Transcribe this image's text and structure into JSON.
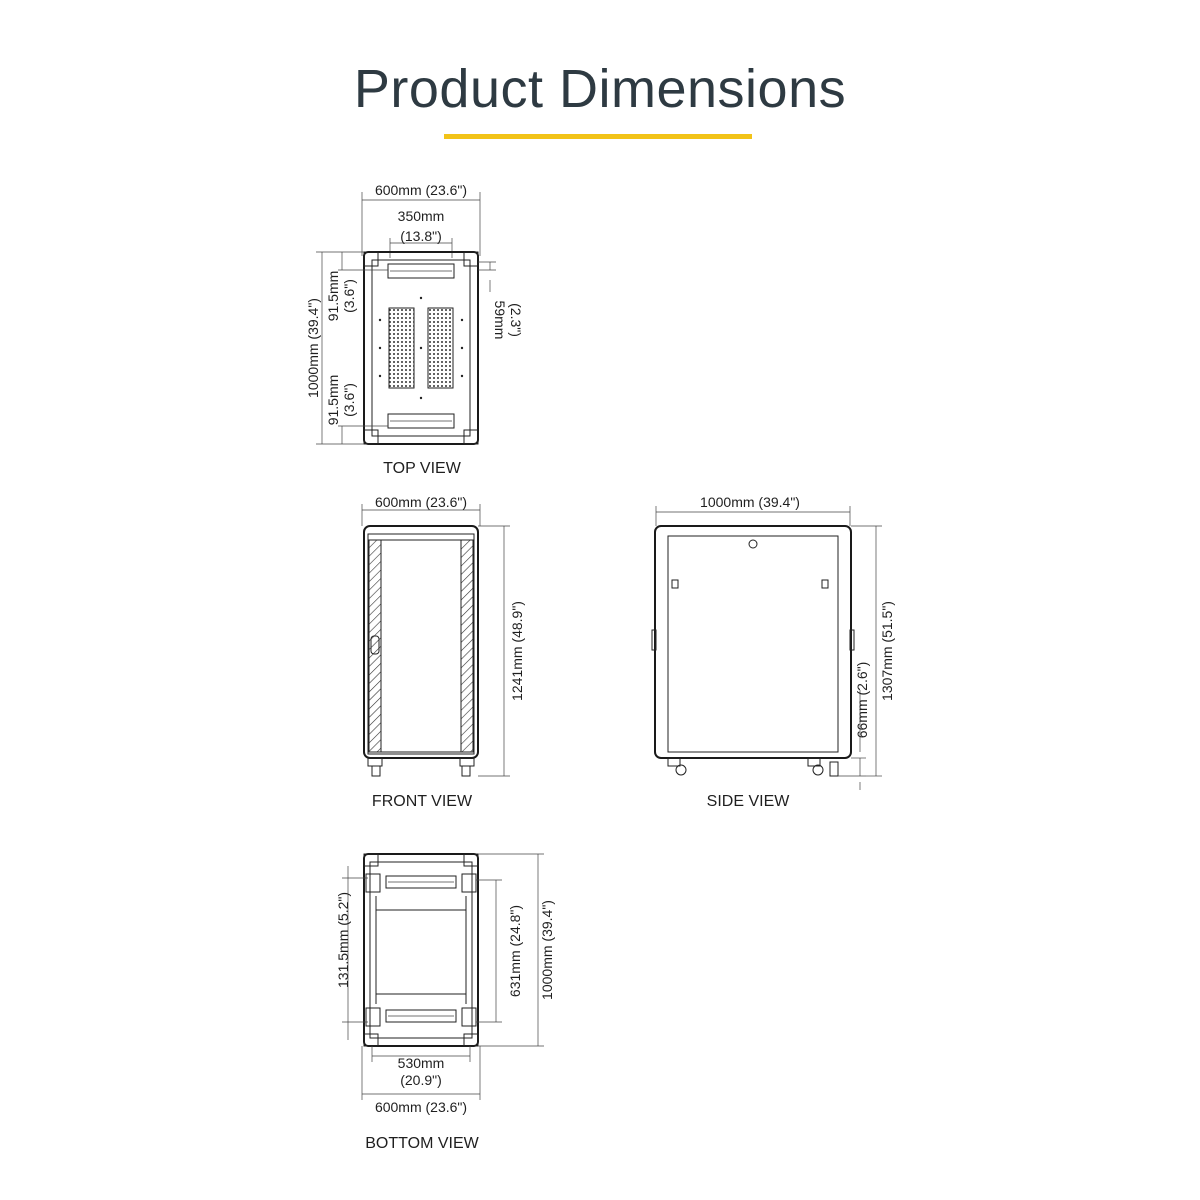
{
  "title": "Product Dimensions",
  "colors": {
    "accent": "#f2c318",
    "title": "#2e3a42",
    "line": "#222222"
  },
  "top_view": {
    "label": "TOP VIEW",
    "width": "600mm (23.6\")",
    "inner_width_mm": "350mm",
    "inner_width_in": "(13.8\")",
    "depth": "1000mm (39.4\")",
    "offset_top_mm": "91.5mm",
    "offset_top_in": "(3.6\")",
    "offset_bottom_mm": "91.5mm",
    "offset_bottom_in": "(3.6\")",
    "side_mm": "59mm",
    "side_in": "(2.3\")"
  },
  "front_view": {
    "label": "FRONT VIEW",
    "width": "600mm (23.6\")",
    "height": "1241mm (48.9\")"
  },
  "side_view": {
    "label": "SIDE VIEW",
    "depth": "1000mm (39.4\")",
    "caster": "66mm (2.6\")",
    "height": "1307mm (51.5\")"
  },
  "bottom_view": {
    "label": "BOTTOM VIEW",
    "offset": "131.5mm (5.2\")",
    "inner_depth": "631mm (24.8\")",
    "depth": "1000mm (39.4\")",
    "inner_width_mm": "530mm",
    "inner_width_in": "(20.9\")",
    "width": "600mm (23.6\")"
  }
}
